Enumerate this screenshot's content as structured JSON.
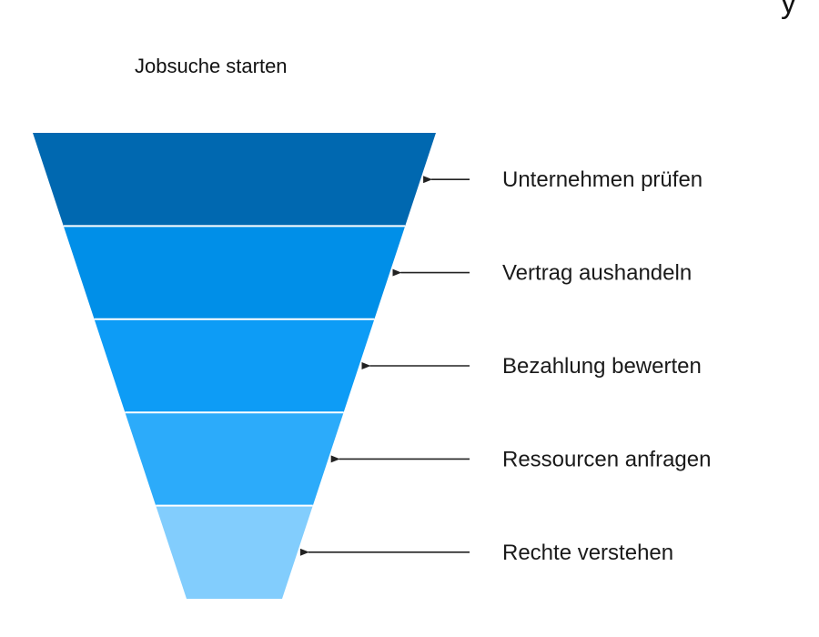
{
  "diagram": {
    "title": "Jobsuche starten",
    "clipped_heading_fragment": "y",
    "steps": [
      {
        "label": "Unternehmen prüfen",
        "color": "#0068B0"
      },
      {
        "label": "Vertrag aushandeln",
        "color": "#008FE8"
      },
      {
        "label": "Bezahlung bewerten",
        "color": "#0D9CF6"
      },
      {
        "label": "Ressourcen anfragen",
        "color": "#2CABFA"
      },
      {
        "label": "Rechte verstehen",
        "color": "#82CDFD"
      }
    ],
    "separator_color": "#ffffff",
    "arrow_color": "#222222"
  }
}
